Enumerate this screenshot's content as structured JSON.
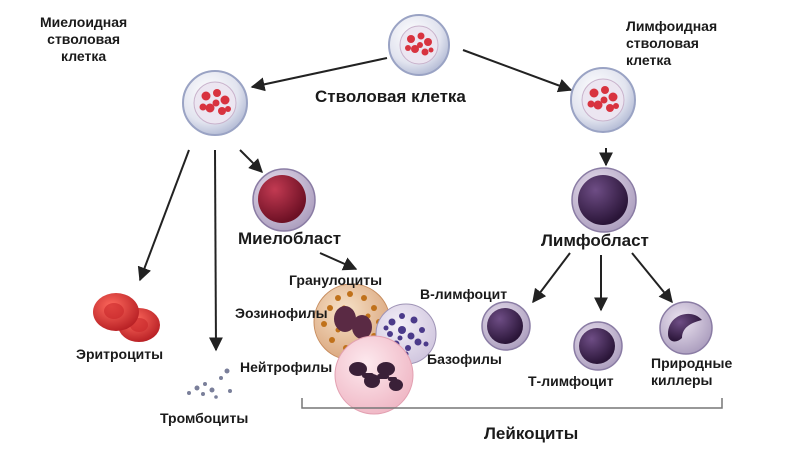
{
  "labels": {
    "stem_cell": "Стволовая клетка",
    "myeloid_stem_cell": "Миелоидная\nстволовая\nклетка",
    "lymphoid_stem_cell": "Лимфоидная\nстволовая\nклетка",
    "myeloblast": "Миелобласт",
    "lymphoblast": "Лимфобласт",
    "granulocytes": "Гранулоциты",
    "eosinophils": "Эозинофилы",
    "neutrophils": "Нейтрофилы",
    "basophils": "Базофилы",
    "erythrocytes": "Эритроциты",
    "thrombocytes": "Тромбоциты",
    "b_lymphocyte": "В-лимфоцит",
    "t_lymphocyte": "Т-лимфоцит",
    "natural_killers": "Природные\nкиллеры",
    "leukocytes": "Лейкоциты"
  },
  "colors": {
    "stem_membrane": "#c7cfe4",
    "stem_nucleus": "#e9e4f0",
    "stem_granule": "#d8333f",
    "blast_cytoplasm": "#c6b6d2",
    "myeloblast_nucleus": "#8c1d32",
    "lymphocyte_nucleus": "#3b2350",
    "erythrocyte": "#d92c2c",
    "granulocyte_pink": "#f6c8d2",
    "granulocyte_nucleus": "#3a2038",
    "eosinophil_granule": "#c0711a",
    "basophil_granule": "#4b3a8a",
    "arrow": "#222222"
  }
}
